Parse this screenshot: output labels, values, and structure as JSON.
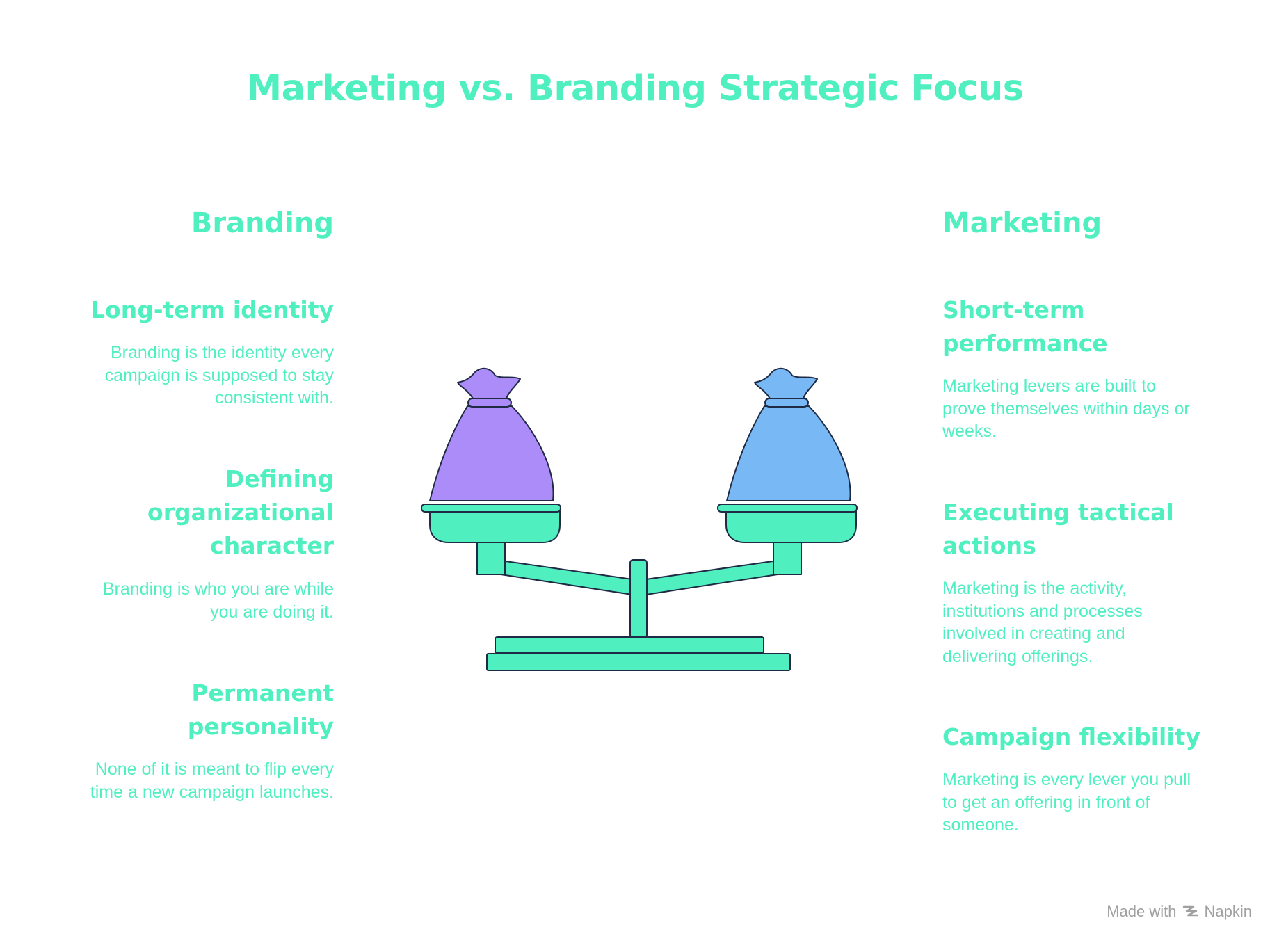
{
  "title": "Marketing vs. Branding Strategic Focus",
  "colors": {
    "accent": "#50EFC0",
    "left_bag": "#AC8CF9",
    "right_bag": "#78B8F4",
    "outline": "#1F2A44",
    "credit_text": "#A0A0A0"
  },
  "left": {
    "heading": "Branding",
    "items": [
      {
        "title": "Long-term identity",
        "description": "Branding is the identity every campaign is supposed to stay consistent with."
      },
      {
        "title": "Defining organizational character",
        "description": "Branding is who you are while you are doing it."
      },
      {
        "title": "Permanent personality",
        "description": "None of it is meant to flip every time a new campaign launches."
      }
    ]
  },
  "right": {
    "heading": "Marketing",
    "items": [
      {
        "title": "Short-term performance",
        "description": "Marketing levers are built to prove themselves within days or weeks."
      },
      {
        "title": "Executing tactical actions",
        "description": "Marketing is the activity, institutions and processes involved in creating and delivering offerings."
      },
      {
        "title": "Campaign flexibility",
        "description": "Marketing is every lever you pull to get an offering in front of someone."
      }
    ]
  },
  "illustration": {
    "name": "balance-scale-icon",
    "left_weight": "money-bag-icon",
    "right_weight": "money-bag-icon"
  },
  "credit": {
    "made_with": "Made with",
    "brand": "Napkin",
    "icon": "napkin-logo-icon"
  }
}
